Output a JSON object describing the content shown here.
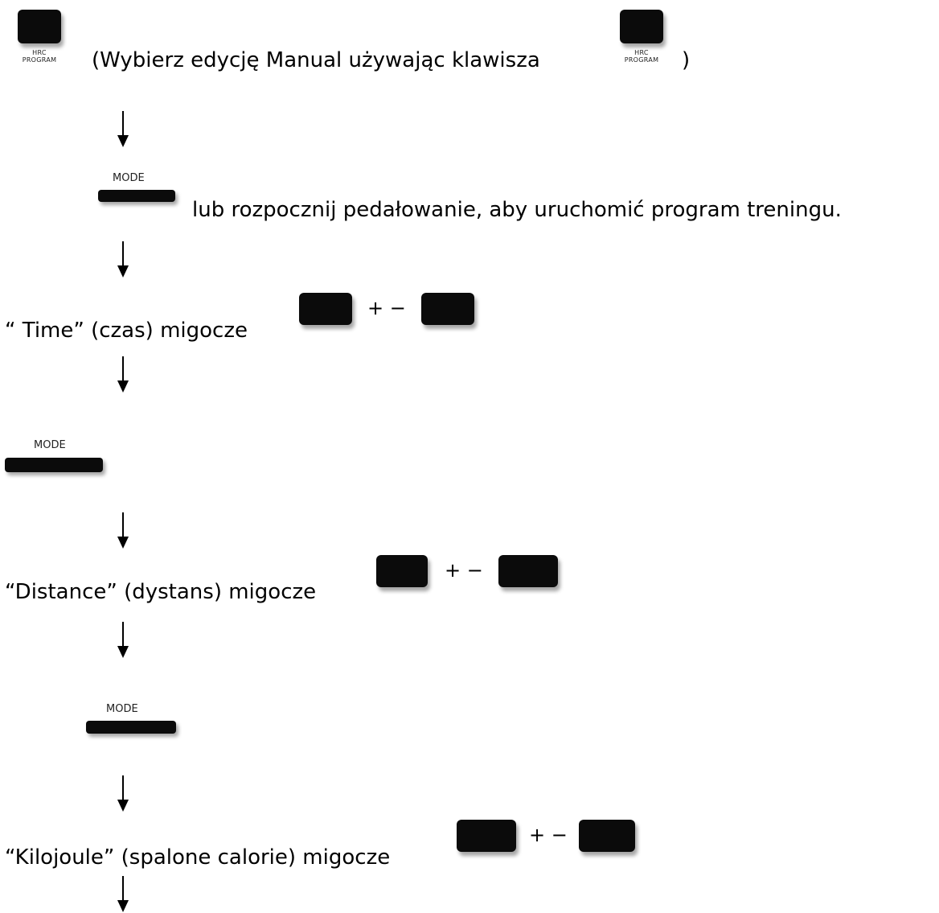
{
  "keys": {
    "hrc_program_line1": "HRC",
    "hrc_program_line2": "PROGRAM",
    "mode": "MODE",
    "plus_minus": "+ −"
  },
  "steps": {
    "step1": "(Wybierz edycję Manual używając klawisza",
    "step1_close": ")",
    "step2": "lub rozpocznij pedałowanie, aby uruchomić program treningu.",
    "step3": "“ Time” (czas) migocze",
    "step5": "“Distance” (dystans) migocze",
    "step7": "“Kilojoule” (spalone calorie) migocze"
  }
}
